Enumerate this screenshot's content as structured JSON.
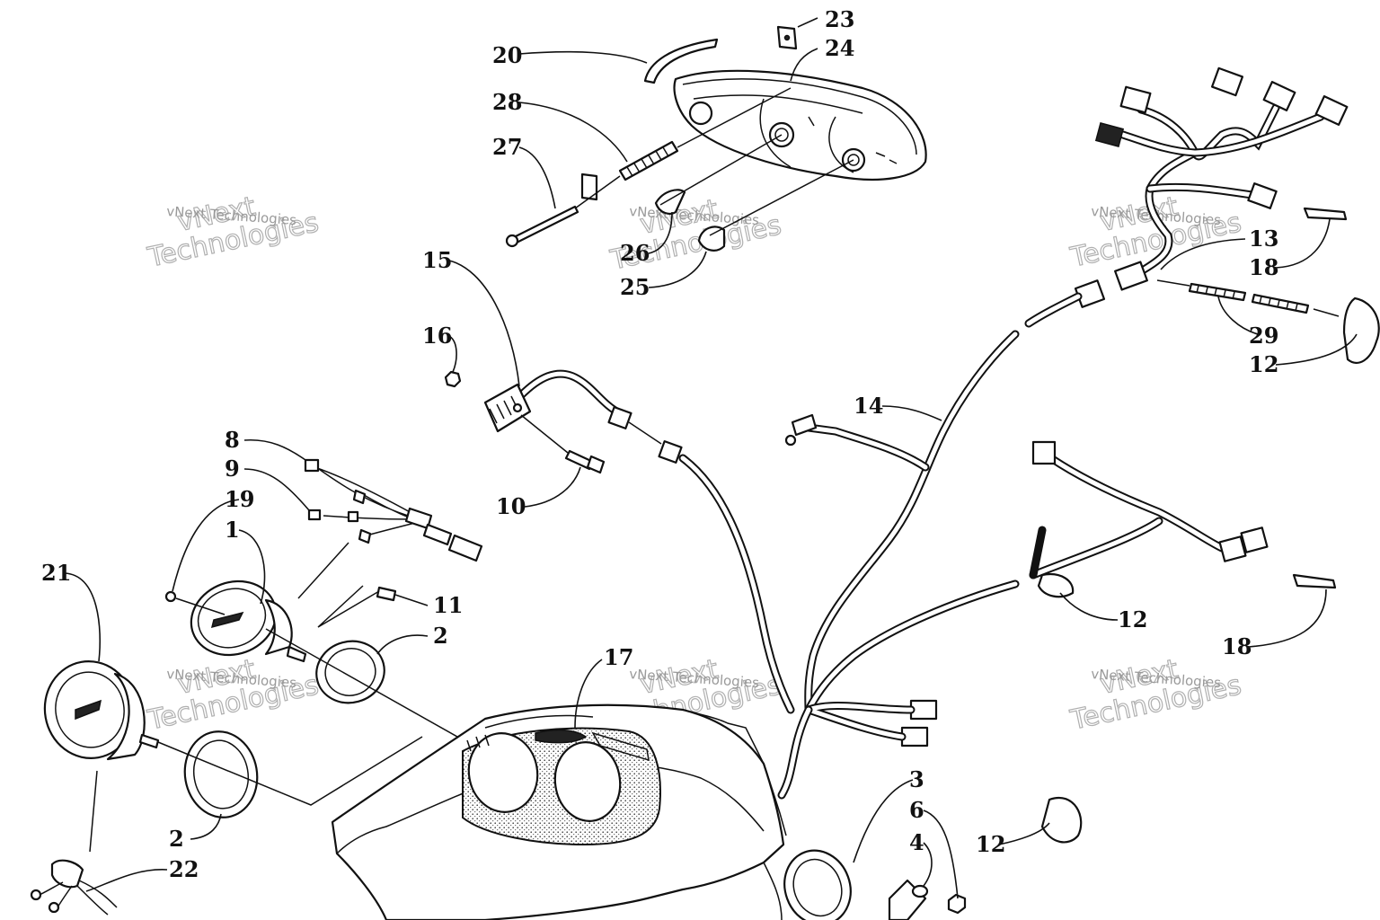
{
  "watermark": {
    "small_text": "vNext Technologies",
    "big_line1": "vNext",
    "big_line2": "Technologies"
  },
  "callouts": [
    {
      "id": "c20",
      "label": "20"
    },
    {
      "id": "c23",
      "label": "23"
    },
    {
      "id": "c24",
      "label": "24"
    },
    {
      "id": "c28",
      "label": "28"
    },
    {
      "id": "c27",
      "label": "27"
    },
    {
      "id": "c26",
      "label": "26"
    },
    {
      "id": "c25",
      "label": "25"
    },
    {
      "id": "c15",
      "label": "15"
    },
    {
      "id": "c16",
      "label": "16"
    },
    {
      "id": "c10",
      "label": "10"
    },
    {
      "id": "c8",
      "label": "8"
    },
    {
      "id": "c9",
      "label": "9"
    },
    {
      "id": "c19",
      "label": "19"
    },
    {
      "id": "c1",
      "label": "1"
    },
    {
      "id": "c21",
      "label": "21"
    },
    {
      "id": "c11",
      "label": "11"
    },
    {
      "id": "c2a",
      "label": "2"
    },
    {
      "id": "c2b",
      "label": "2"
    },
    {
      "id": "c22",
      "label": "22"
    },
    {
      "id": "c17",
      "label": "17"
    },
    {
      "id": "c14",
      "label": "14"
    },
    {
      "id": "c13",
      "label": "13"
    },
    {
      "id": "c18a",
      "label": "18"
    },
    {
      "id": "c29",
      "label": "29"
    },
    {
      "id": "c12a",
      "label": "12"
    },
    {
      "id": "c12b",
      "label": "12"
    },
    {
      "id": "c18b",
      "label": "18"
    },
    {
      "id": "c3",
      "label": "3"
    },
    {
      "id": "c6",
      "label": "6"
    },
    {
      "id": "c4",
      "label": "4"
    },
    {
      "id": "c12c",
      "label": "12"
    }
  ]
}
